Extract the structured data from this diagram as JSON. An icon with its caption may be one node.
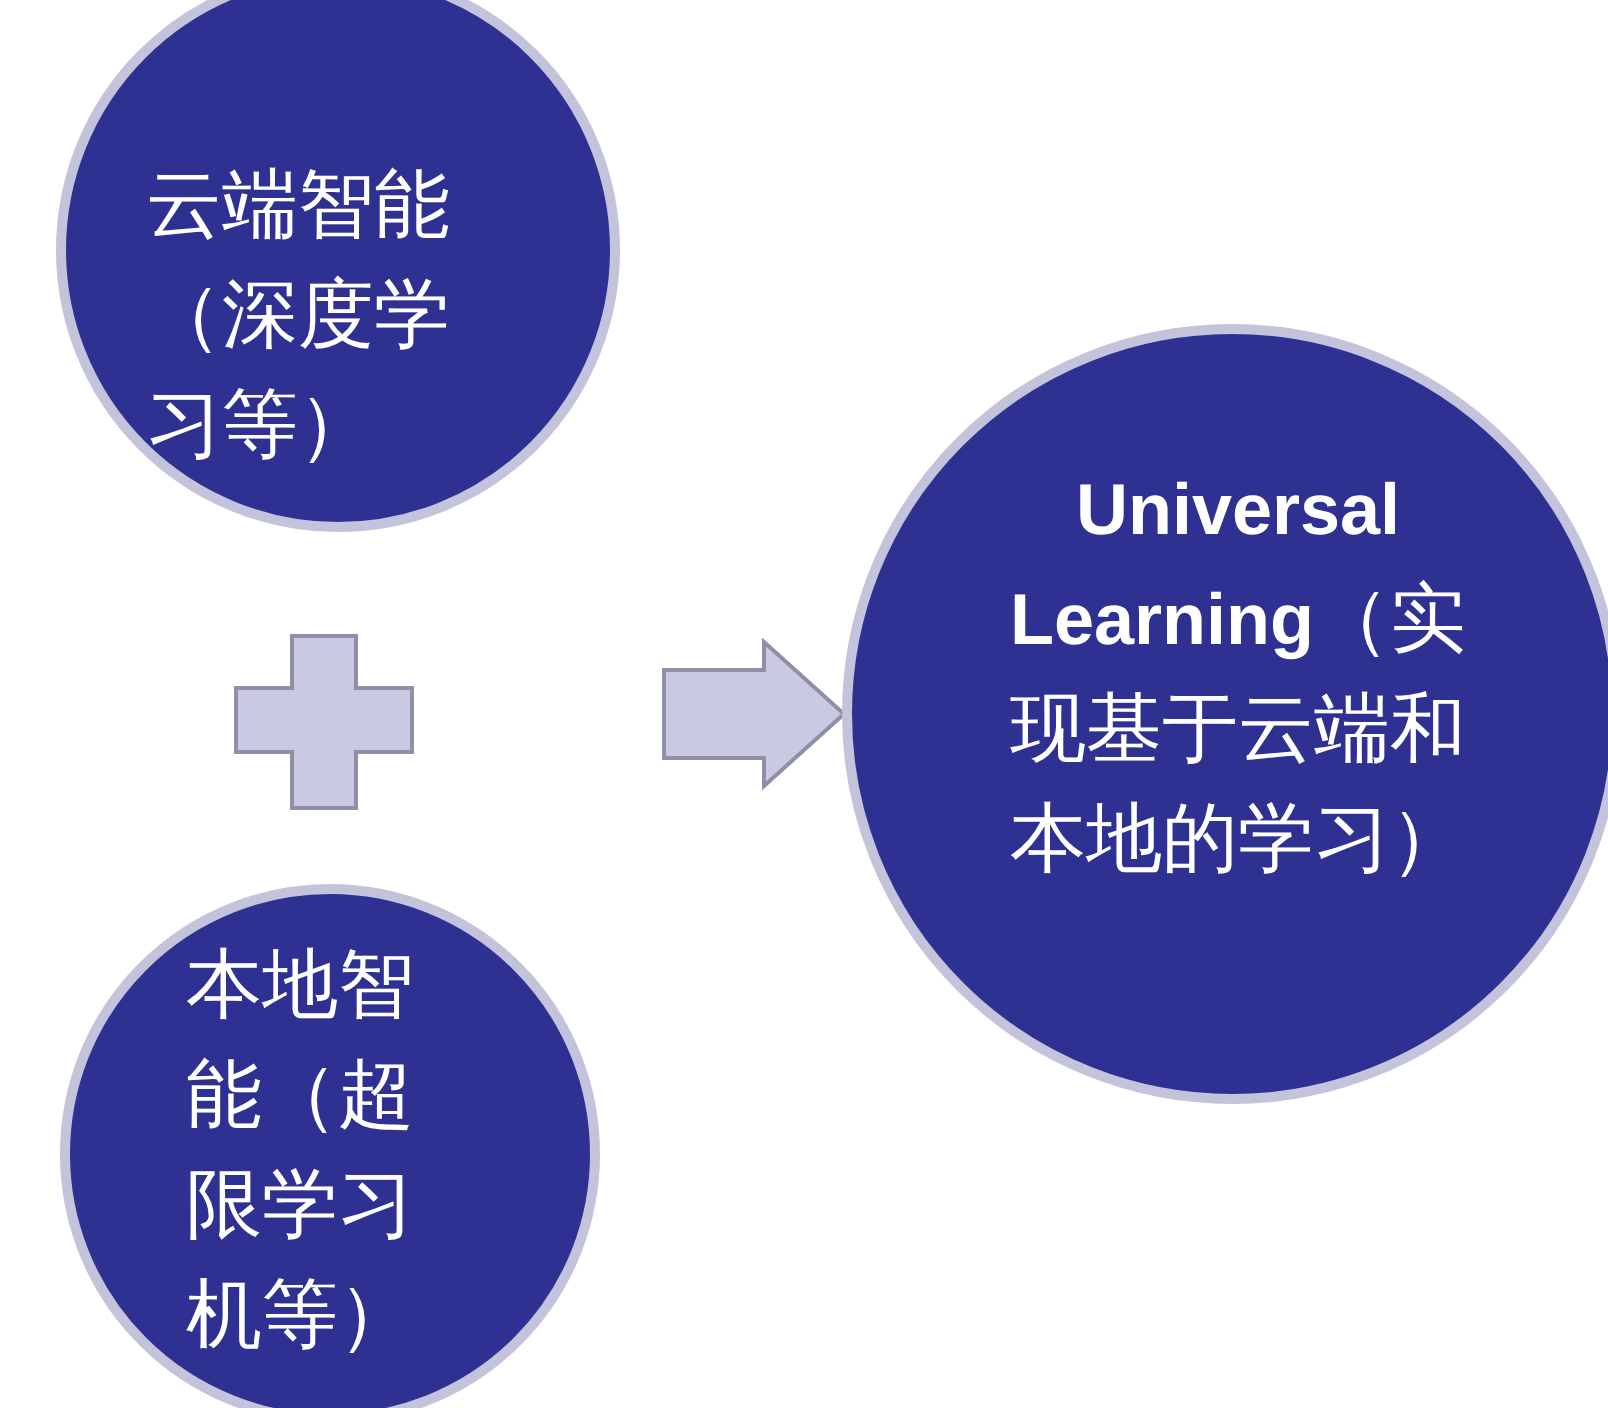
{
  "diagram": {
    "nodes": [
      {
        "text": [
          "云端智能（深度学习等）"
        ]
      },
      {
        "text": [],
        "shape": "plus"
      },
      {
        "text": [
          "本地智能（超限学习机等）"
        ]
      },
      {
        "text": [
          "**Universal Learning**（实现基于云端和本地的学习）"
        ]
      }
    ],
    "edges": [
      {
        "from": null,
        "to": 3,
        "arrow": "to",
        "style": "thick"
      }
    ]
  }
}
